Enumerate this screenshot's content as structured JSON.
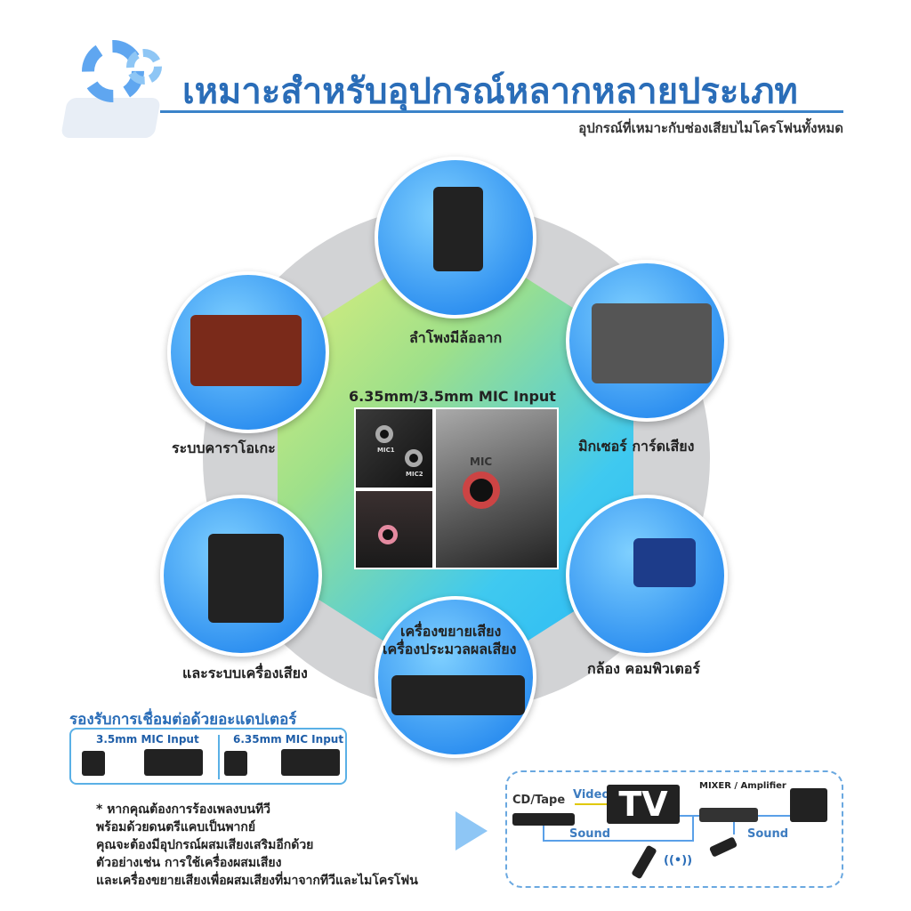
{
  "header": {
    "title": "เหมาะสำหรับอุปกรณ์หลากหลายประเภท",
    "subtitle": "อุปกรณ์ที่เหมาะกับช่องเสียบไมโครโฟนทั้งหมด",
    "logo_icon": "gear-cloud-icon"
  },
  "center": {
    "title": "6.35mm/3.5mm MIC Input",
    "photo_labels": [
      "MIC1",
      "MIC2",
      "MIC"
    ]
  },
  "devices": [
    {
      "label": "ลำโพงมีล้อลาก",
      "icon": "trolley-speaker-icon"
    },
    {
      "label": "มิกเซอร์ การ์ดเสียง",
      "icon": "mixer-icon"
    },
    {
      "label": "กล้อง  คอมพิวเตอร์",
      "icon": "camera-laptop-icon"
    },
    {
      "label1": "เครื่องขยายเสียง",
      "label2": "เครื่องประมวลผลเสียง",
      "icon": "amplifier-rack-icon"
    },
    {
      "label": "และระบบเครื่องเสียง",
      "icon": "pa-speakers-icon"
    },
    {
      "label": "ระบบคาราโอเกะ",
      "icon": "home-theater-icon"
    }
  ],
  "adapter": {
    "title": "รองรับการเชื่อมต่อด้วยอะแดปเตอร์",
    "left": "3.5mm MIC Input",
    "right": "6.35mm MIC Input"
  },
  "note": [
    "* หากคุณต้องการร้องเพลงบนทีวี",
    "พร้อมด้วยดนตรีแคบเป็นพากย์",
    "คุณจะต้องมีอุปกรณ์ผสมเสียงเสริมอีกด้วย",
    "ตัวอย่างเช่น การใช้เครื่องผสมเสียง",
    "และเครื่องขยายเสียงเพื่อผสมเสียงที่มาจากทีวีและไมโครโฟน"
  ],
  "diagram": {
    "cd": "CD/Tape",
    "video": "Video",
    "tv": "TV",
    "mixer": "MIXER / Amplifier",
    "sound1": "Sound",
    "sound2": "Sound"
  },
  "colors": {
    "accent": "#2a6db8",
    "line": "#5aa0e8",
    "video_line": "#e0c800"
  }
}
